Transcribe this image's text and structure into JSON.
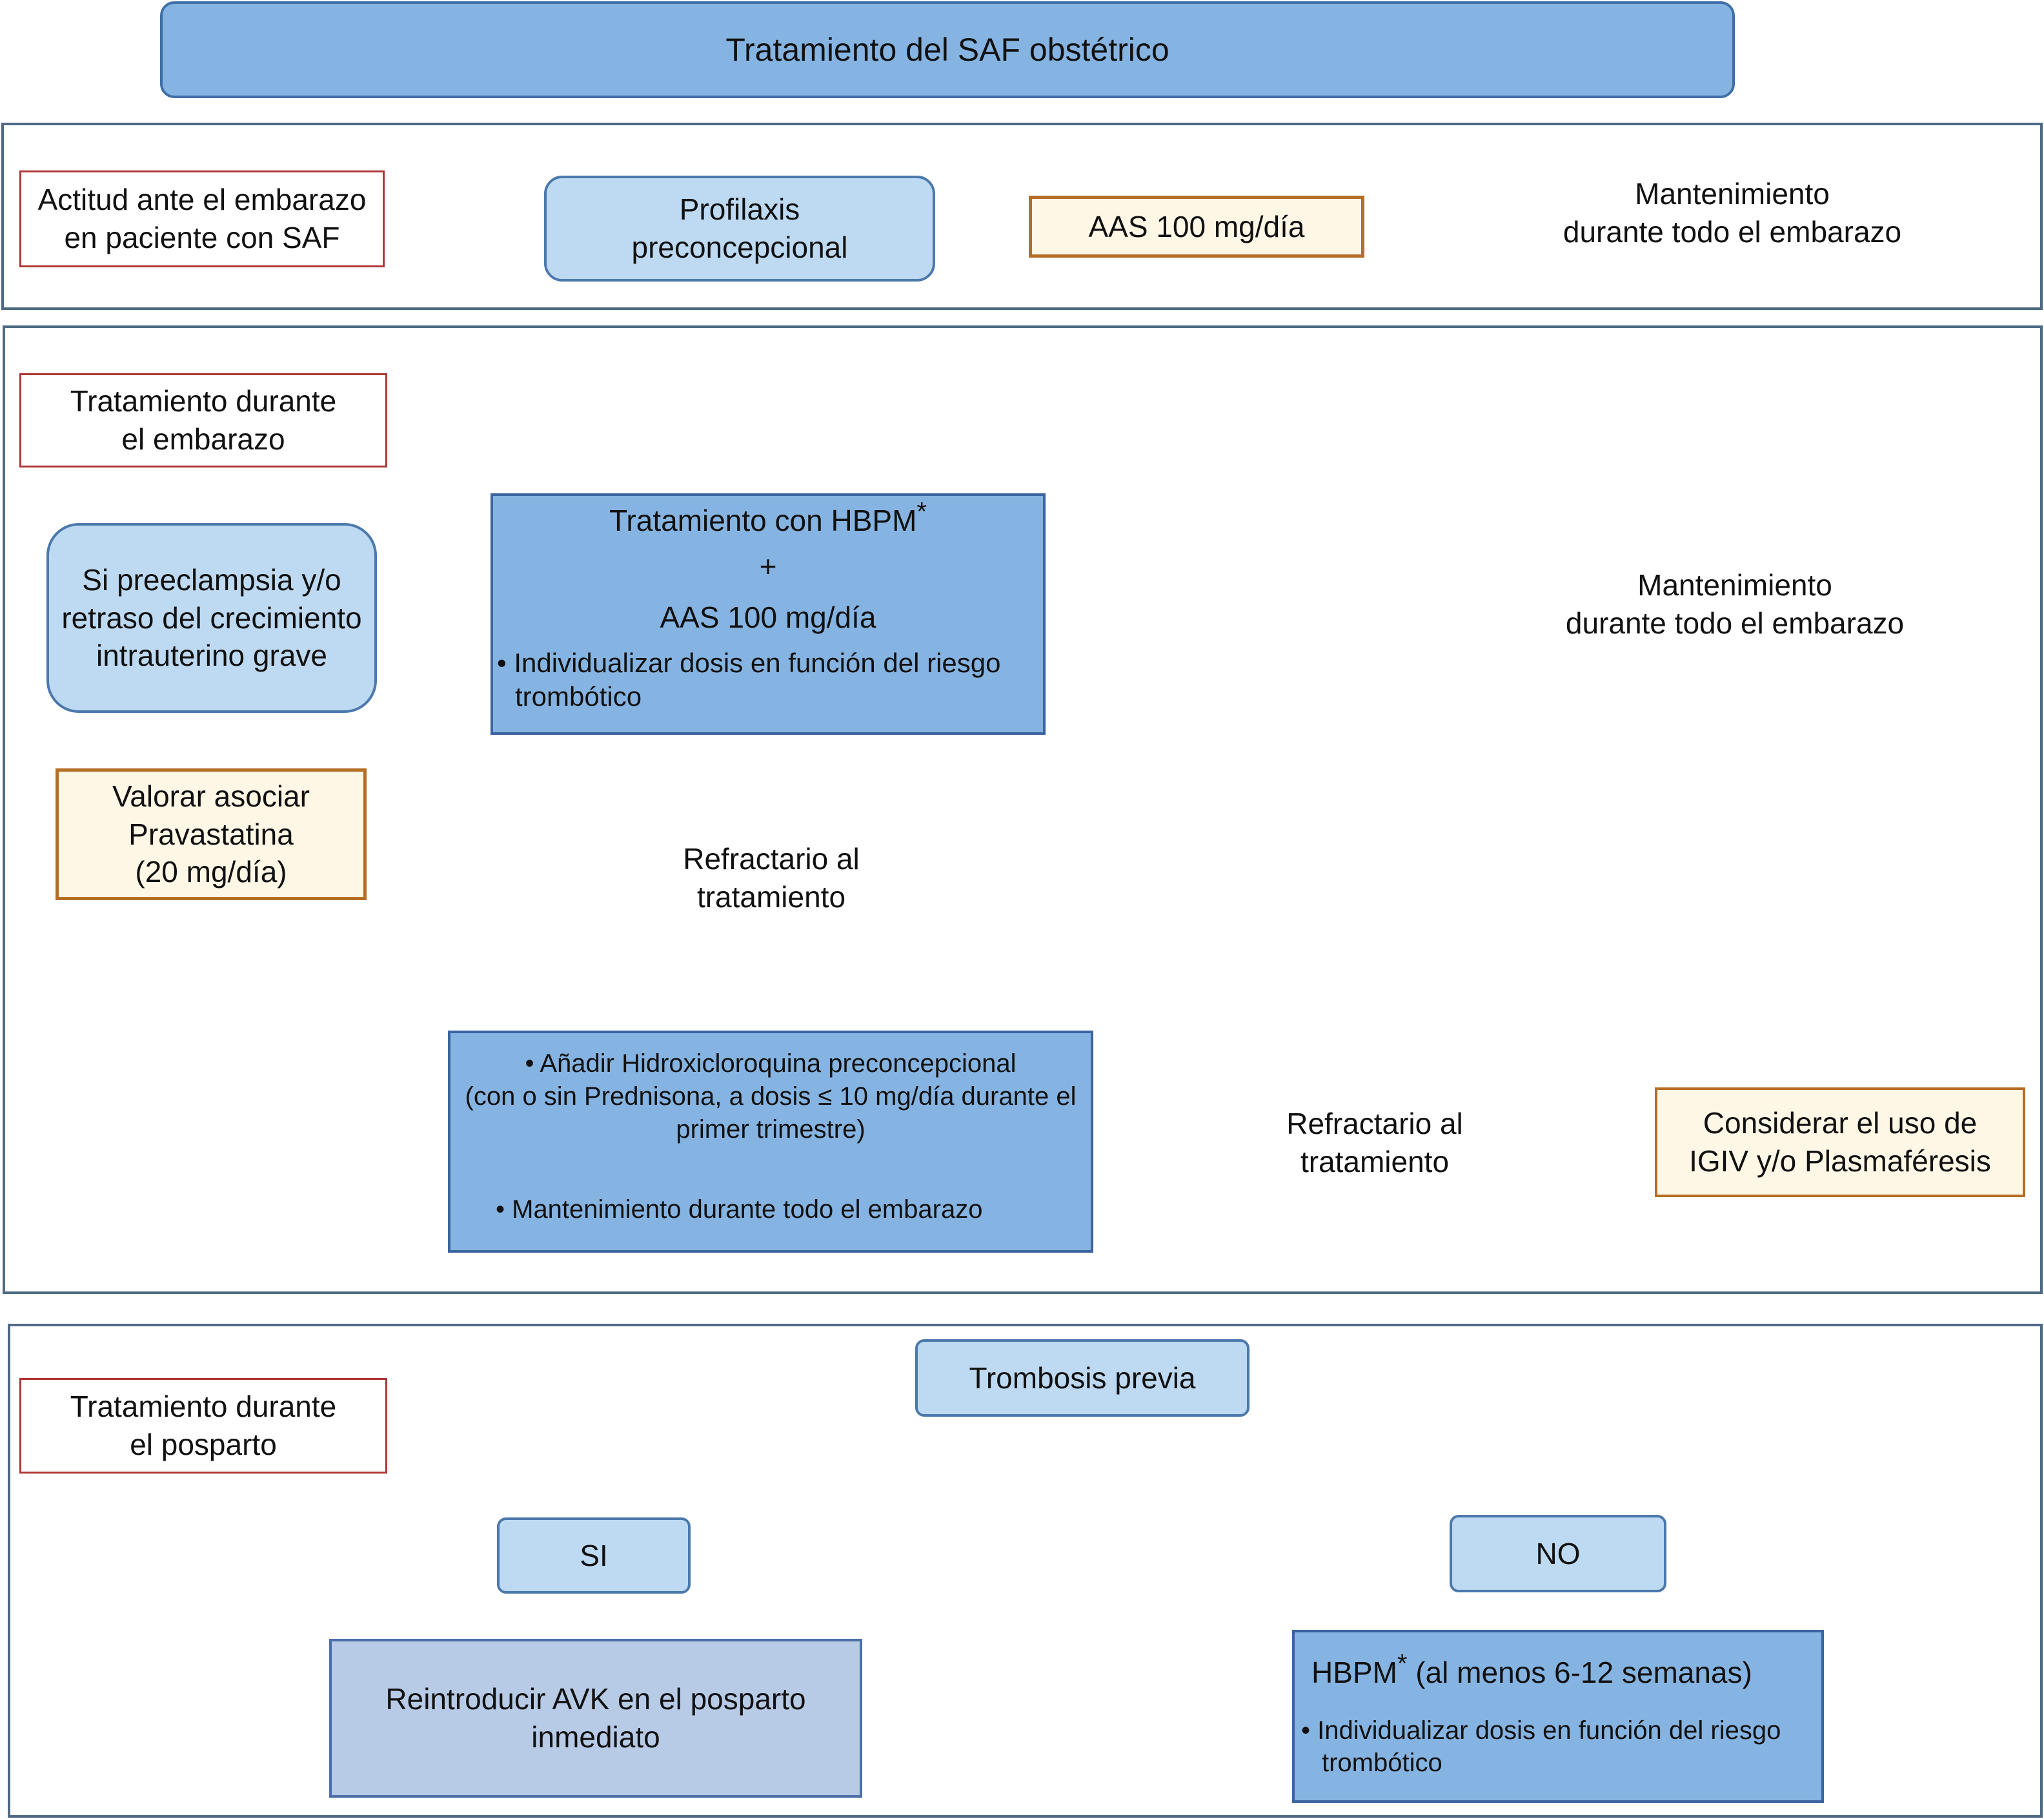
{
  "title": "Tratamiento del SAF obstétrico",
  "section1": {
    "label_line1": "Actitud ante el embarazo",
    "label_line2": "en paciente con SAF",
    "profilaxis_line1": "Profilaxis",
    "profilaxis_line2": "preconcepcional",
    "aas": "AAS 100 mg/día",
    "mant_line1": "Mantenimiento",
    "mant_line2": "durante todo el embarazo"
  },
  "section2": {
    "label_line1": "Tratamiento durante",
    "label_line2": "el embarazo",
    "preeclampsia_line1": "Si preeclampsia y/o",
    "preeclampsia_line2": "retraso del crecimiento",
    "preeclampsia_line3": "intrauterino grave",
    "pravastatina_line1": "Valorar asociar",
    "pravastatina_line2": "Pravastatina",
    "pravastatina_line3": "(20 mg/día)",
    "hbpm_line1": "Tratamiento con HBPM",
    "hbpm_asterisk": "*",
    "hbpm_plus": "+",
    "hbpm_line3": "AAS 100 mg/día",
    "hbpm_bullet_line1": "• Individualizar dosis en función del riesgo",
    "hbpm_bullet_line2": "trombótico",
    "mant_line1": "Mantenimiento",
    "mant_line2": "durante todo el embarazo",
    "refractario1_line1": "Refractario al",
    "refractario1_line2": "tratamiento",
    "hidroxi_bullet1_line1": "•      Añadir Hidroxicloroquina preconcepcional",
    "hidroxi_bullet1_line2": "(con o sin Prednisona, a dosis ≤ 10 mg/día durante el",
    "hidroxi_bullet1_line3": "primer trimestre)",
    "hidroxi_bullet2": "•      Mantenimiento durante todo el embarazo",
    "refractario2_line1": "Refractario al",
    "refractario2_line2": "tratamiento",
    "igiv_line1": "Considerar el uso de",
    "igiv_line2": "IGIV y/o Plasmaféresis"
  },
  "section3": {
    "label_line1": "Tratamiento durante",
    "label_line2": "el posparto",
    "trombosis": "Trombosis previa",
    "si": "SI",
    "no": "NO",
    "avk_line1": "Reintroducir AVK en el posparto",
    "avk_line2": "inmediato",
    "hbpm_text": "HBPM",
    "hbpm_asterisk": "*",
    "hbpm_duration": " (al menos 6-12 semanas)",
    "hbpm_bullet_line1": "• Individualizar dosis en función del riesgo",
    "hbpm_bullet_line2": "trombótico"
  },
  "colors": {
    "header_fill": "#86b4e2",
    "light_fill": "#bed9f2",
    "diamond_fill": "#d8bde6",
    "diamond_border": "#7e4fa3",
    "orange_border": "#b66d24",
    "label_border": "#b03535",
    "arrow": "#5b8ec4"
  }
}
